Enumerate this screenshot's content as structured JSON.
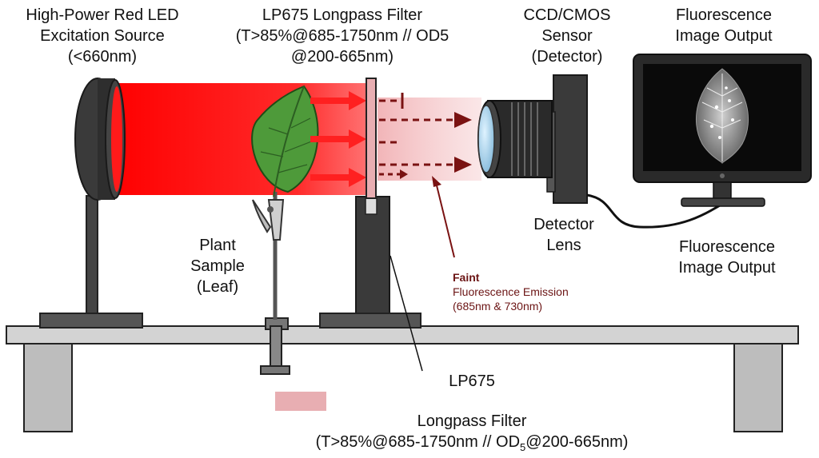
{
  "labels": {
    "source": [
      "High-Power Red LED",
      "Excitation Source",
      "(<660nm)"
    ],
    "filter_top": [
      "LP675 Longpass Filter",
      "(T>85%@685-1750nm // OD5",
      "@200-665nm)"
    ],
    "sensor": [
      "CCD/CMOS",
      "Sensor",
      "(Detector)"
    ],
    "output_top": [
      "Fluorescence",
      "Image Output"
    ],
    "plant": [
      "Plant",
      "Sample",
      "(Leaf)"
    ],
    "lens": [
      "Detector",
      "Lens"
    ],
    "output_bottom": [
      "Fluorescence",
      "Image Output"
    ],
    "emission": {
      "strong": "Faint",
      "line1": "Fluorescence Emission",
      "line2": "(685nm & 730nm)"
    },
    "filter_bottom": {
      "line1": "LP675",
      "line2": "Longpass Filter",
      "line3_prefix": "(T>85%@685-1750nm // OD",
      "line3_sub": "5",
      "line3_suffix": "@200-665nm)"
    }
  },
  "colors": {
    "excitation_red": "#ff1a1a",
    "emission_dark_red": "#7a1212",
    "filter_pink": "#e8aeb2",
    "leaf_green": "#4e9a3a",
    "bench_gray": "#c9c9c9",
    "post_dark": "#3a3a3a"
  }
}
